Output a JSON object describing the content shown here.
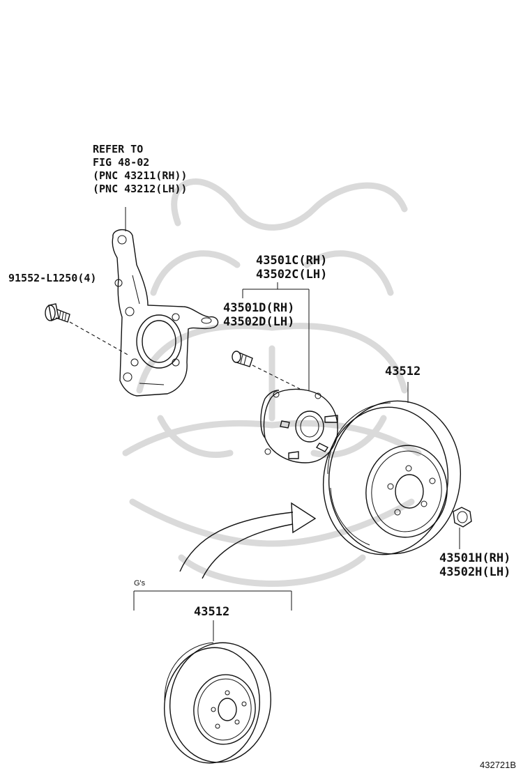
{
  "diagram": {
    "refer_note": {
      "line1": "REFER TO",
      "line2": "FIG 48-02",
      "line3": "(PNC 43211(RH))",
      "line4": "(PNC 43212(LH))"
    },
    "bolt_label": "91552-L1250(4)",
    "hub_labels": {
      "rh": "43501C(RH)",
      "lh": "43502C(LH)"
    },
    "stud_labels": {
      "rh": "43501D(RH)",
      "lh": "43502D(LH)"
    },
    "rotor_label": "43512",
    "nut_labels": {
      "rh": "43501H(RH)",
      "lh": "43502H(LH)"
    },
    "variant_bracket_label": "G's",
    "variant_rotor_label": "43512",
    "figure_id": "432721B"
  }
}
